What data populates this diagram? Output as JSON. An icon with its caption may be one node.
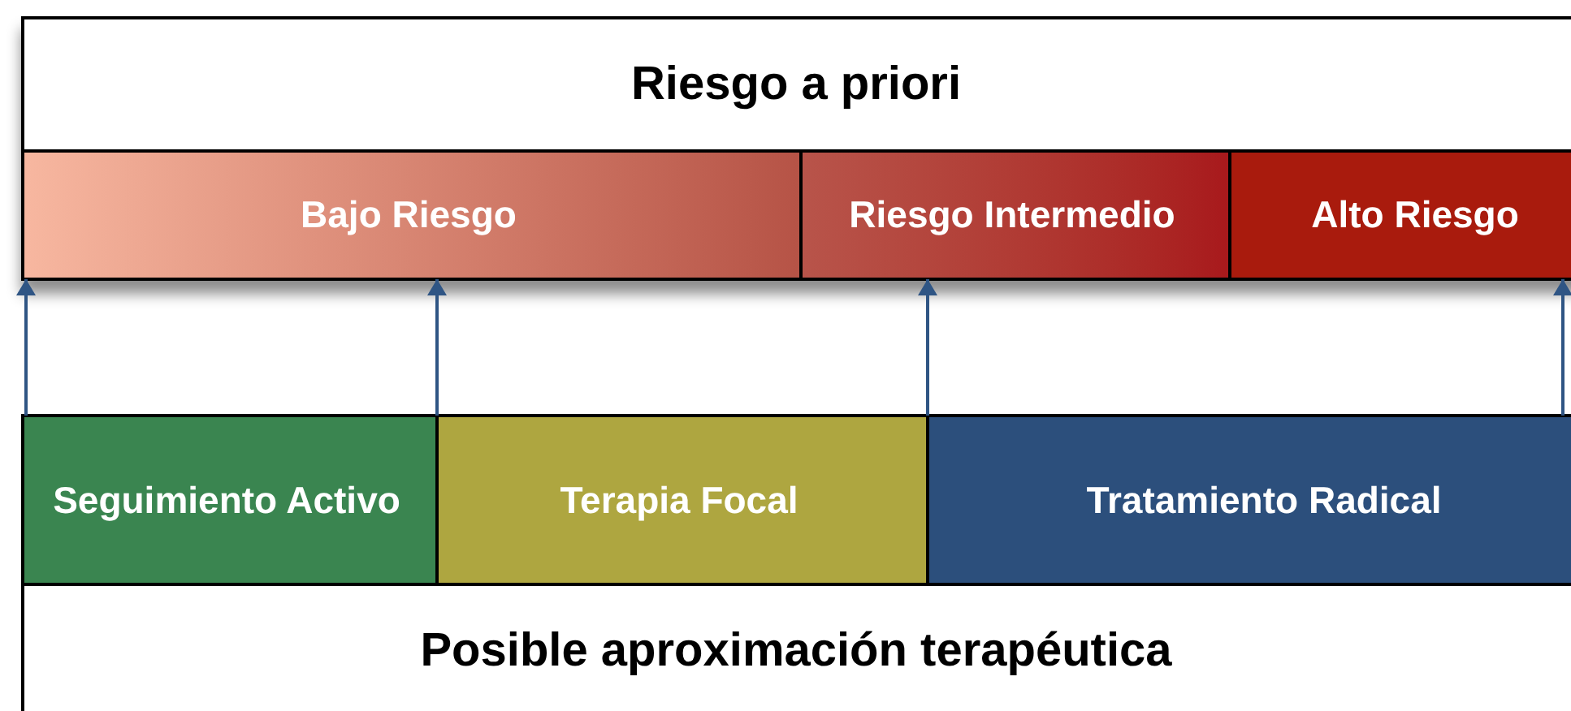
{
  "diagram": {
    "nodes": [
      {
        "text": [
          "Riesgo a priori"
        ]
      },
      {
        "text": [
          "Bajo Riesgo"
        ],
        "in": 0
      },
      {
        "text": [
          "Riesgo Intermedio"
        ],
        "in": 0
      },
      {
        "text": [
          "Alto Riesgo"
        ],
        "in": 0
      },
      {
        "text": [
          "Posible aproximación terapéutica"
        ]
      },
      {
        "text": [
          "Seguimiento Activo"
        ],
        "in": 4
      },
      {
        "text": [
          "Terapia Focal"
        ],
        "in": 4
      },
      {
        "text": [
          "Tratamiento Radical"
        ],
        "in": 4
      }
    ],
    "edges": [
      {
        "from": 5,
        "to": 1,
        "arrow": "to"
      },
      {
        "from": 6,
        "to": 1,
        "arrow": "to"
      },
      {
        "from": 7,
        "to": 2,
        "arrow": "to"
      },
      {
        "from": 7,
        "to": 3,
        "arrow": "to"
      }
    ]
  }
}
